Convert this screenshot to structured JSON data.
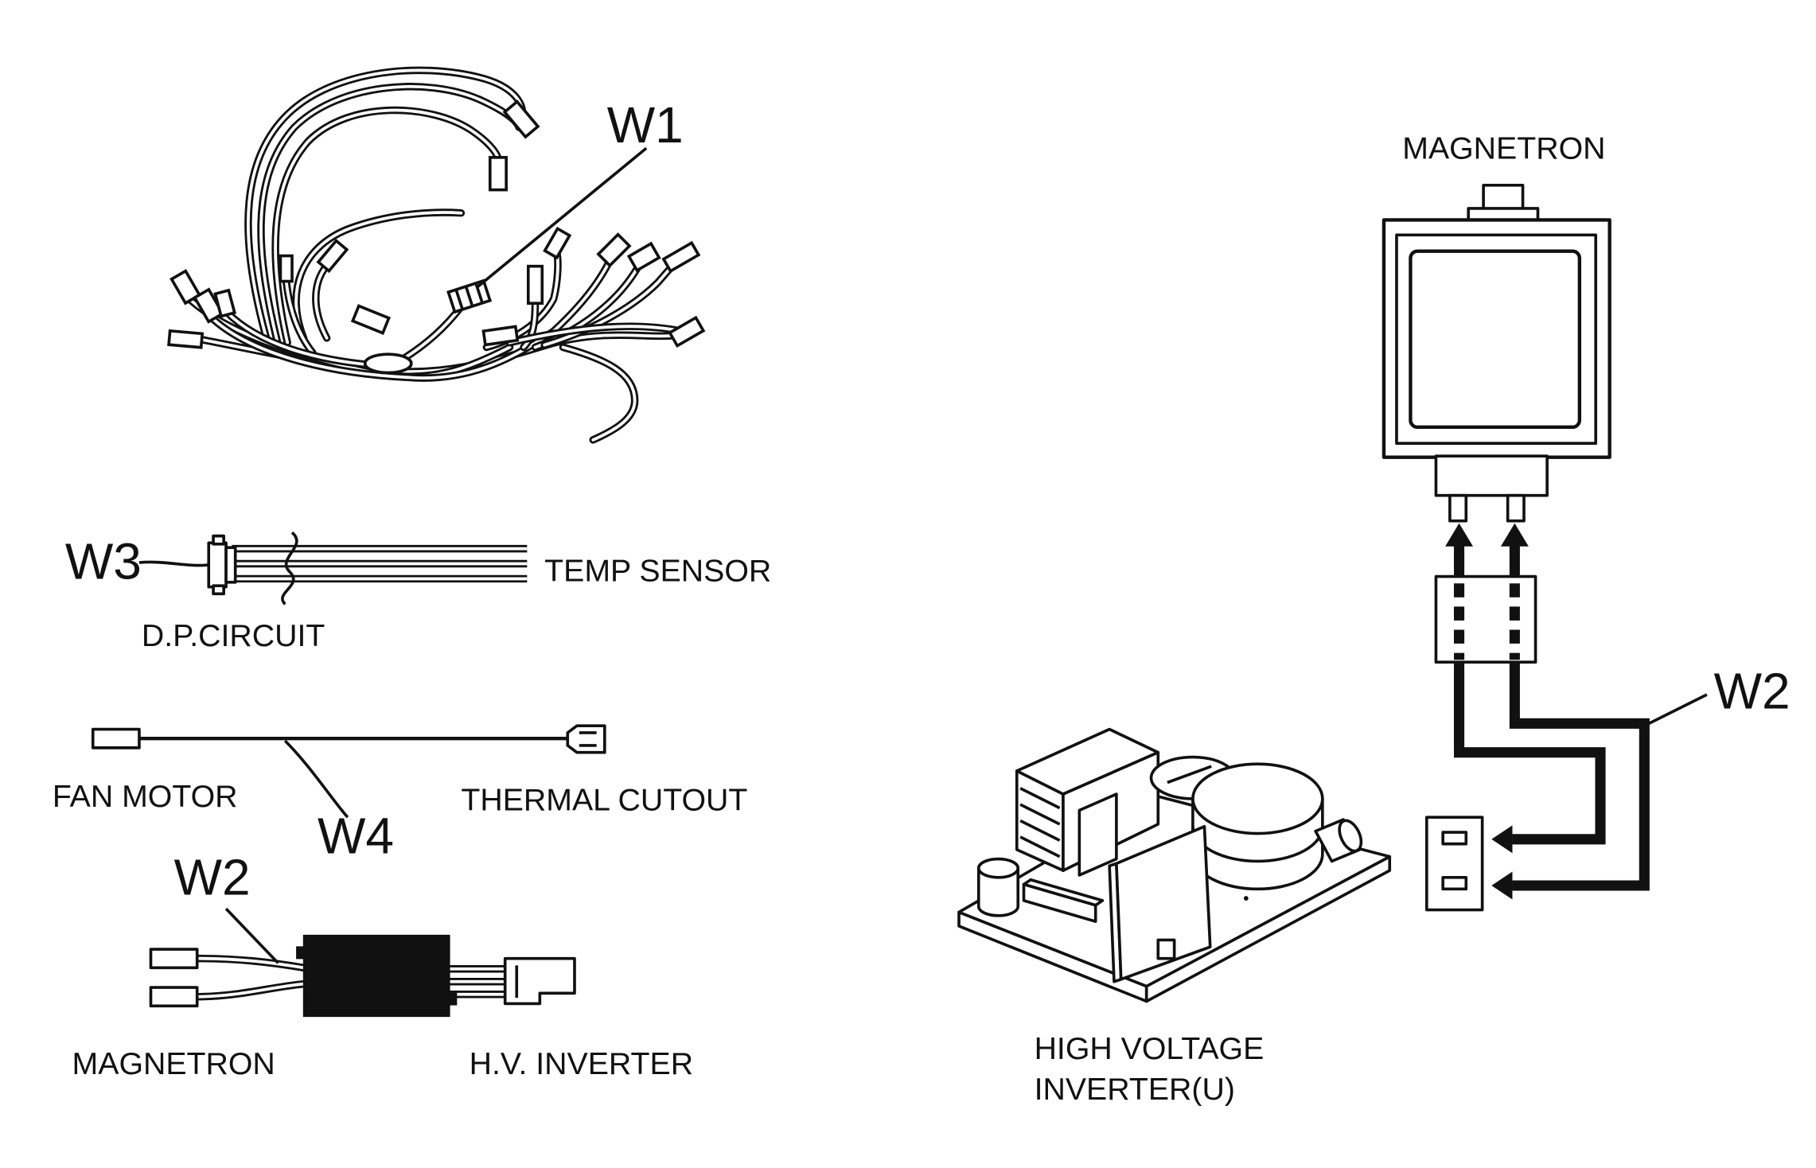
{
  "harness_w1": {
    "label": "W1"
  },
  "harness_w3": {
    "label": "W3",
    "right_end": "TEMP SENSOR",
    "left_end": "D.P.CIRCUIT"
  },
  "harness_w4": {
    "label": "W4",
    "left_end": "FAN MOTOR",
    "right_end": "THERMAL CUTOUT"
  },
  "harness_w2": {
    "label": "W2",
    "left_end": "MAGNETRON",
    "right_end": "H.V. INVERTER"
  },
  "connection_diagram": {
    "magnetron_label": "MAGNETRON",
    "harness_label": "W2",
    "inverter_label": [
      "HIGH VOLTAGE",
      "INVERTER(U)"
    ]
  }
}
